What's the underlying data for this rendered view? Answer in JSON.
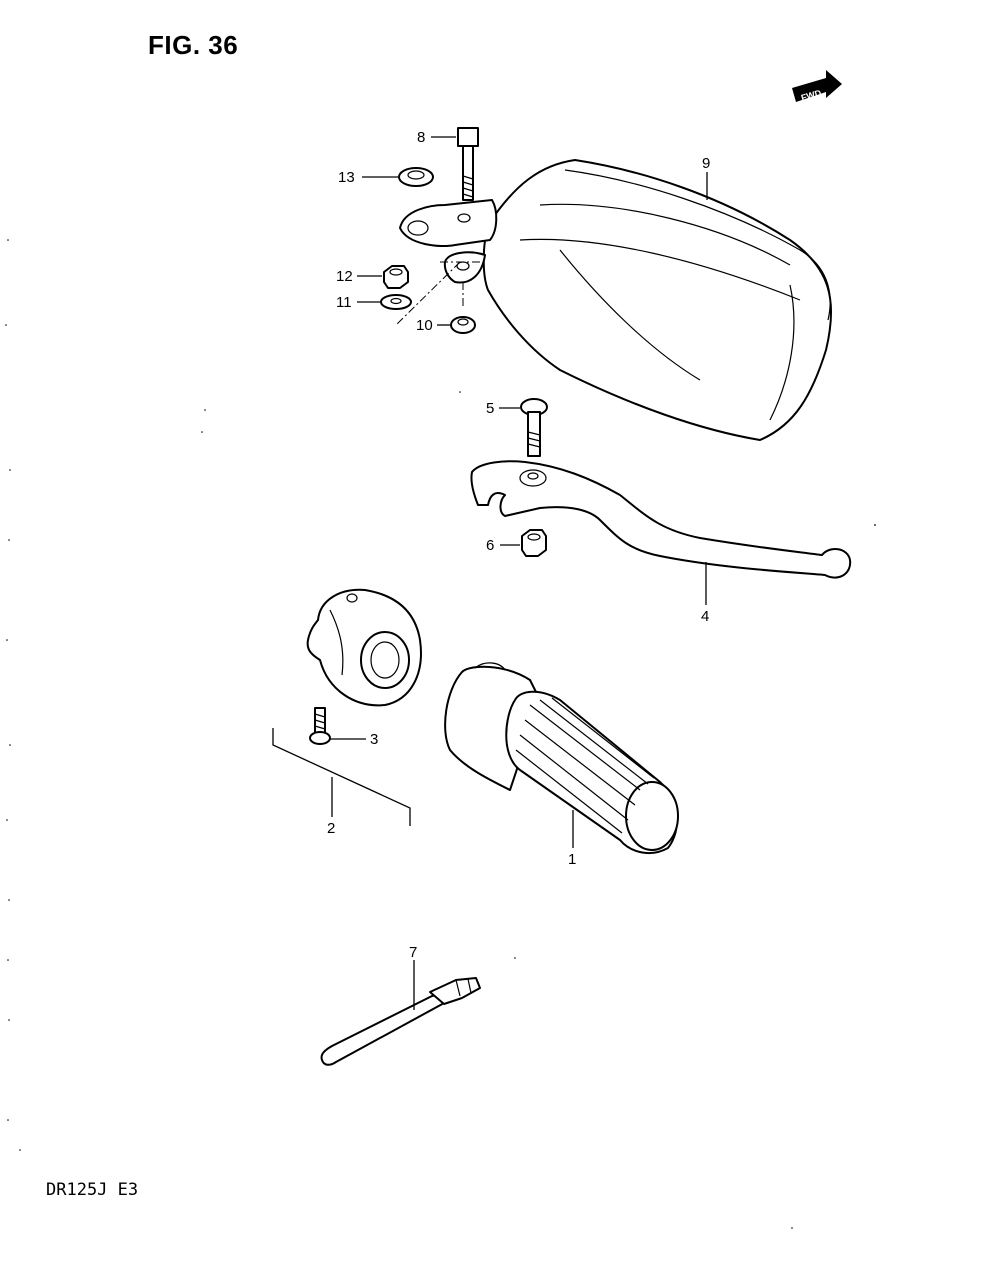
{
  "figure": {
    "title": "FIG. 36",
    "model_code": "DR125J  E3",
    "direction_badge": "FWD"
  },
  "parts": [
    {
      "ref": "1",
      "icon": "handlebar-grip-icon"
    },
    {
      "ref": "2",
      "icon": "switch-housing-assembly-icon"
    },
    {
      "ref": "3",
      "icon": "screw-icon"
    },
    {
      "ref": "4",
      "icon": "lever-icon"
    },
    {
      "ref": "5",
      "icon": "bolt-icon"
    },
    {
      "ref": "6",
      "icon": "nut-icon"
    },
    {
      "ref": "7",
      "icon": "cable-tie-icon"
    },
    {
      "ref": "8",
      "icon": "bolt-icon"
    },
    {
      "ref": "9",
      "icon": "hand-guard-icon"
    },
    {
      "ref": "10",
      "icon": "nut-icon"
    },
    {
      "ref": "11",
      "icon": "washer-icon"
    },
    {
      "ref": "12",
      "icon": "nut-icon"
    },
    {
      "ref": "13",
      "icon": "washer-icon"
    }
  ]
}
